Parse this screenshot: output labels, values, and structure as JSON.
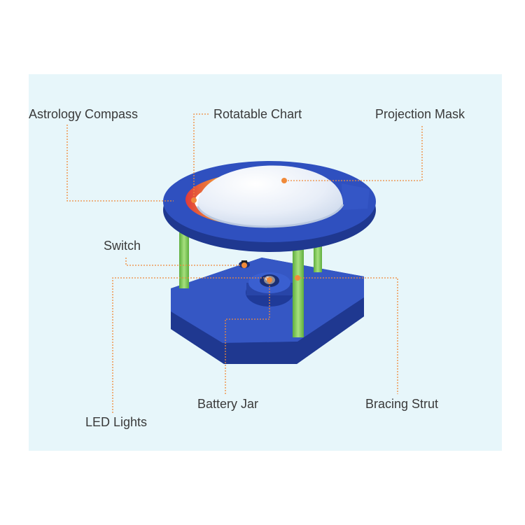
{
  "colors": {
    "panel_background": "#e7f6fa",
    "leader_line": "#f08a3a",
    "label_text": "#3a3a3a",
    "body_blue": "#2e4bb0",
    "strut_green": "#7ec85a",
    "dome_white": "#eef3fa"
  },
  "labels": {
    "astrology_compass": "Astrology Compass",
    "rotatable_chart": "Rotatable Chart",
    "projection_mask": "Projection Mask",
    "switch": "Switch",
    "battery_jar": "Battery Jar",
    "bracing_strut": "Bracing Strut",
    "led_lights": "LED Lights"
  }
}
